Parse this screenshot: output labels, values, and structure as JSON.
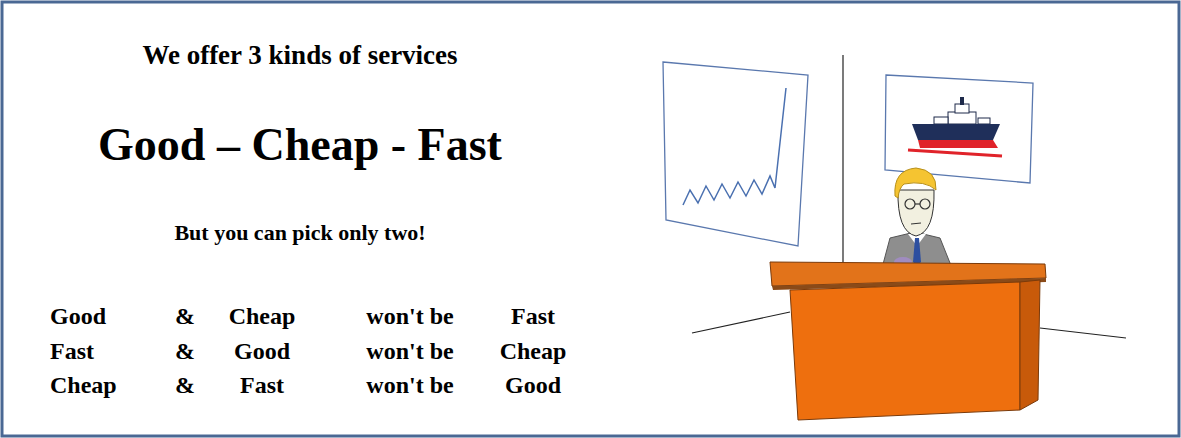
{
  "diagram": {
    "title": "We offer 3 kinds of services",
    "labels": [
      "Good – Cheap - Fast",
      "But you can pick only two!",
      "Good",
      "&",
      "Cheap",
      "won't be",
      "Fast",
      "Fast",
      "&",
      "Good",
      "won't be",
      "Cheap",
      "Cheap",
      "&",
      "Fast",
      "won't be",
      "Good"
    ]
  }
}
